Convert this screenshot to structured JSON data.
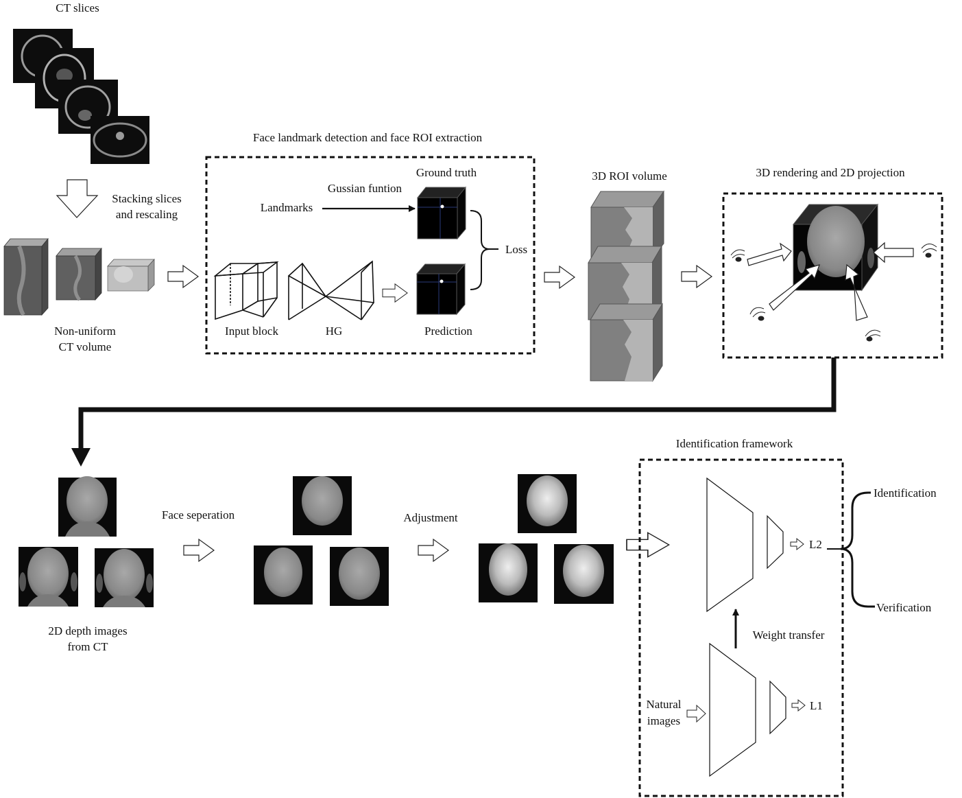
{
  "section1": {
    "ct_slices_label": "CT slices",
    "stacking_label_line1": "Stacking slices",
    "stacking_label_line2": "and rescaling",
    "non_uniform_label_line1": "Non-uniform",
    "non_uniform_label_line2": "CT volume"
  },
  "landmark_box": {
    "title": "Face landmark detection and  face ROI extraction",
    "ground_truth": "Ground truth",
    "gaussian_function": "Gussian funtion",
    "landmarks": "Landmarks",
    "loss": "Loss",
    "input_block": "Input block",
    "hg": "HG",
    "prediction": "Prediction"
  },
  "roi": {
    "label": "3D ROI volume"
  },
  "rendering_box": {
    "title": "3D rendering and 2D projection"
  },
  "section2": {
    "depth_label_line1": "2D depth images",
    "depth_label_line2": "from CT",
    "face_separation": "Face seperation",
    "adjustment": "Adjustment"
  },
  "identification_box": {
    "title": "Identification framework",
    "l2": "L2",
    "l1": "L1",
    "weight_transfer": "Weight transfer",
    "natural_line1": "Natural",
    "natural_line2": "images",
    "identification": "Identification",
    "verification": "Verification"
  },
  "colors": {
    "line": "#111111",
    "ct_dark": "#0d0d0d",
    "volume_gray": "#8a8a8a",
    "depth_bg": "#0a0a0a",
    "face_gray": "#8f8f8f"
  }
}
